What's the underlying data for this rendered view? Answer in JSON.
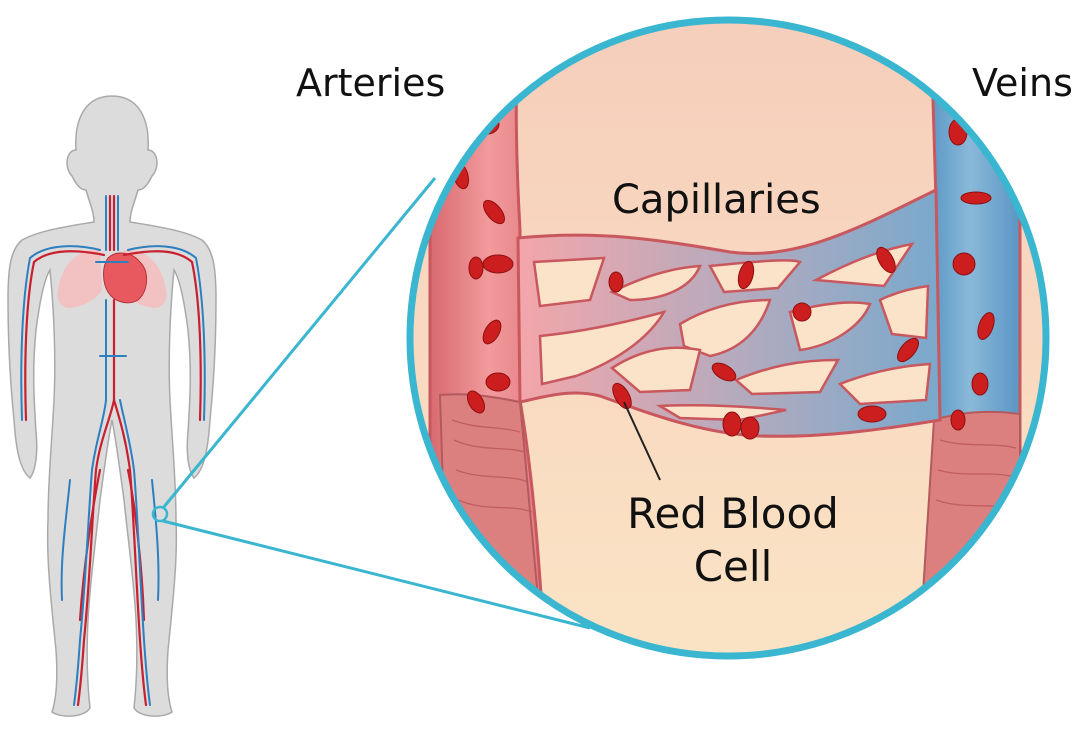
{
  "labels": {
    "arteries": "Arteries",
    "veins": "Veins",
    "capillaries": "Capillaries",
    "red_blood_cell_line1": "Red Blood",
    "red_blood_cell_line2": "Cell"
  },
  "colors": {
    "body_silhouette": "#d9d9d9",
    "artery": "#c8202f",
    "vein": "#2e7fc0",
    "heart": "#e8585f",
    "lungs": "#f4b7b7",
    "magnifier_ring": "#3ab6d0",
    "tissue_background": "#fbe3c9",
    "artery_vessel": "#e87d82",
    "vein_vessel": "#5b9bc8",
    "red_blood_cell": "#cc1e1e"
  }
}
